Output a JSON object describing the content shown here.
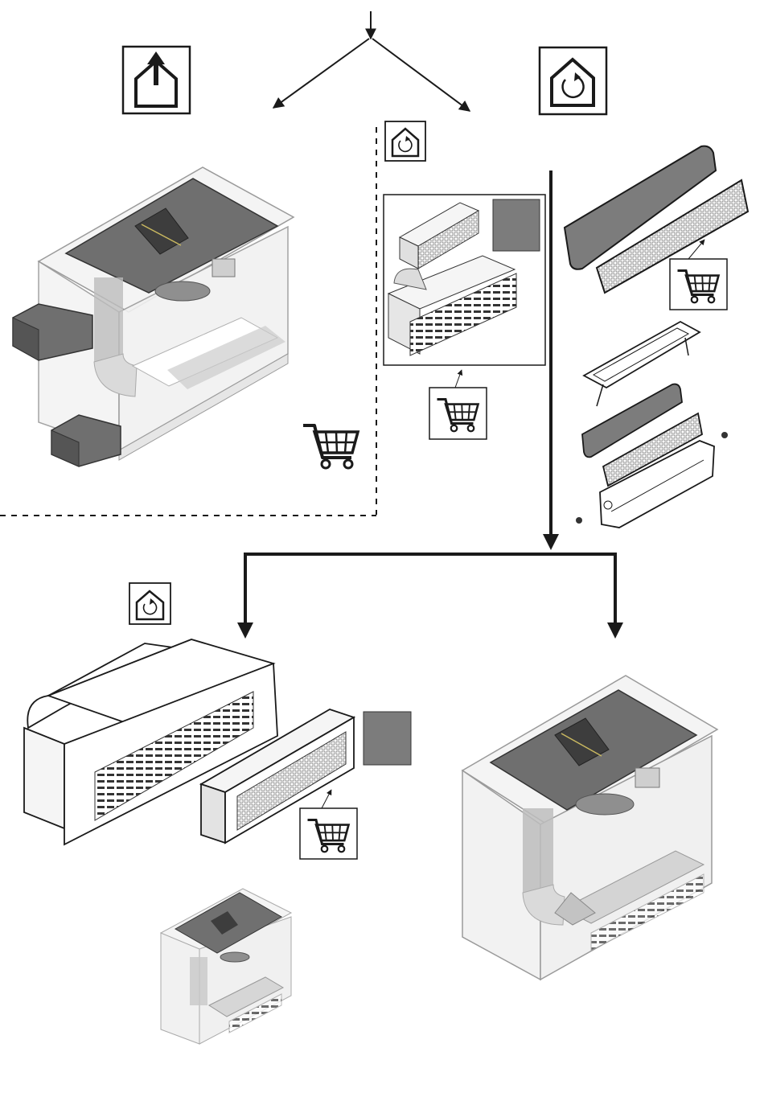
{
  "document": {
    "type": "installation diagram",
    "has_text": false
  },
  "modes": [
    {
      "name": "ducted",
      "icon": "house-arrow-up-icon"
    },
    {
      "name": "recirculation",
      "icon": "house-recirculate-icon"
    }
  ],
  "icons": [
    "house-arrow-up-icon",
    "house-recirculate-icon",
    "shopping-cart-icon"
  ],
  "colors": {
    "line": "#1a1a1a",
    "panel_gray": "#7c7c7c",
    "cabinet_fill": "#f1f1f1",
    "cabinet_stroke": "#9a9a9a",
    "duct_gray": "#8e8e8e",
    "filter_mesh": "#ffffff"
  }
}
